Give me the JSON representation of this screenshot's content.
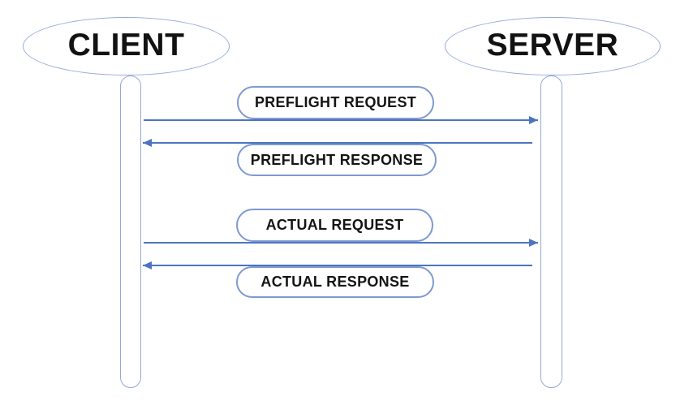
{
  "diagram": {
    "type": "sequence",
    "actors": [
      {
        "id": "client",
        "label": "CLIENT"
      },
      {
        "id": "server",
        "label": "SERVER"
      }
    ],
    "messages": [
      {
        "label": "PREFLIGHT REQUEST",
        "from": "client",
        "to": "server",
        "direction": "right"
      },
      {
        "label": "PREFLIGHT RESPONSE",
        "from": "server",
        "to": "client",
        "direction": "left"
      },
      {
        "label": "ACTUAL REQUEST",
        "from": "client",
        "to": "server",
        "direction": "right"
      },
      {
        "label": "ACTUAL RESPONSE",
        "from": "server",
        "to": "client",
        "direction": "left"
      }
    ],
    "colors": {
      "shape_border": "#93a9d9",
      "box_border": "#7e99d2",
      "arrow": "#4c74c0",
      "text": "#141414",
      "background": "#ffffff"
    }
  }
}
